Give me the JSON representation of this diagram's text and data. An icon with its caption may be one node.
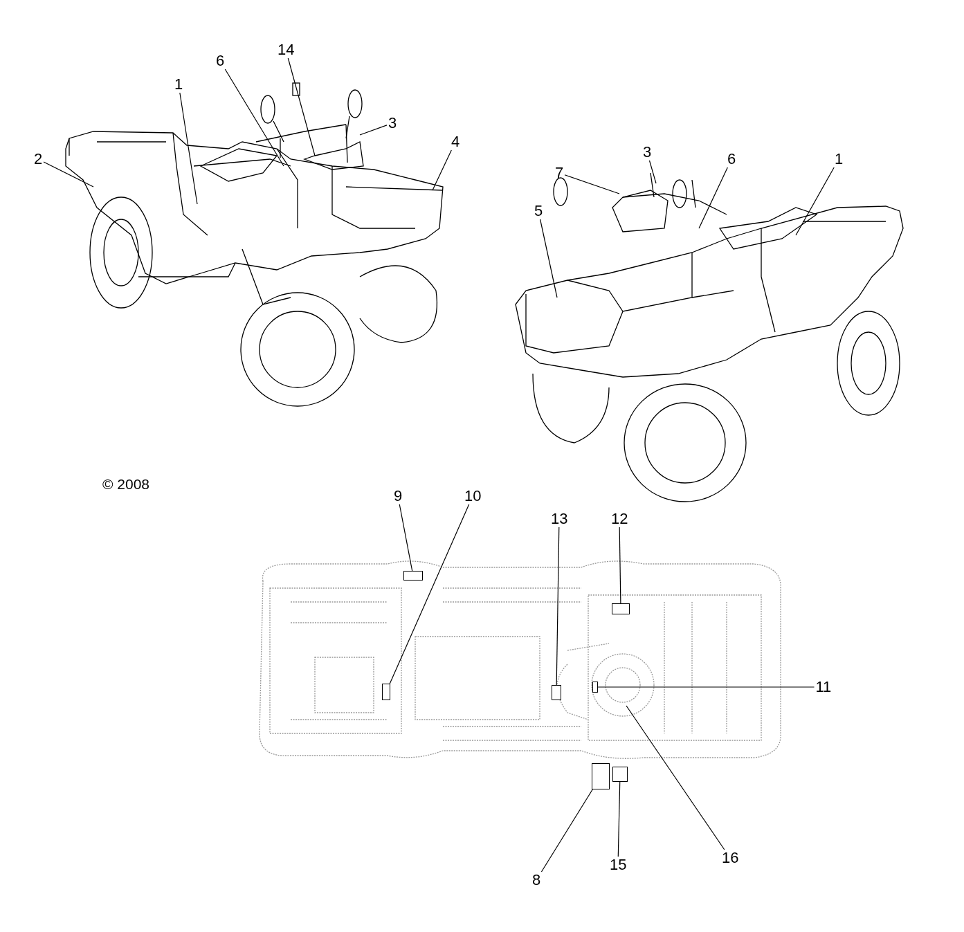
{
  "diagram": {
    "nodes": [
      {
        "text": [
          "14"
        ]
      },
      {
        "text": [
          "6"
        ]
      },
      {
        "text": [
          "1"
        ]
      },
      {
        "text": [
          "3"
        ]
      },
      {
        "text": [
          "4"
        ]
      },
      {
        "text": [
          "2"
        ]
      },
      {
        "text": [
          "3"
        ]
      },
      {
        "text": [
          "6"
        ]
      },
      {
        "text": [
          "1"
        ]
      },
      {
        "text": [
          "7"
        ]
      },
      {
        "text": [
          "5"
        ]
      },
      {
        "text": [
          "9"
        ]
      },
      {
        "text": [
          "10"
        ]
      },
      {
        "text": [
          "13"
        ]
      },
      {
        "text": [
          "12"
        ]
      },
      {
        "text": [
          "11"
        ]
      },
      {
        "text": [
          "16"
        ]
      },
      {
        "text": [
          "15"
        ]
      },
      {
        "text": [
          "8"
        ]
      },
      {
        "text": [],
        "shape": "box"
      },
      {
        "text": [],
        "shape": "box"
      },
      {
        "text": [],
        "shape": "box"
      },
      {
        "text": [],
        "shape": "box"
      },
      {
        "text": [],
        "shape": "box"
      },
      {
        "text": [],
        "shape": "box"
      },
      {
        "text": [],
        "shape": "box"
      }
    ],
    "edges": [
      {
        "from": 0,
        "to": null,
        "arrow": "none"
      },
      {
        "from": 1,
        "to": null,
        "arrow": "none"
      },
      {
        "from": 2,
        "to": null,
        "arrow": "none"
      },
      {
        "from": 3,
        "to": null,
        "arrow": "none"
      },
      {
        "from": 4,
        "to": null,
        "arrow": "none"
      },
      {
        "from": 5,
        "to": null,
        "arrow": "none"
      },
      {
        "from": 6,
        "to": null,
        "arrow": "none"
      },
      {
        "from": 7,
        "to": null,
        "arrow": "none"
      },
      {
        "from": 8,
        "to": null,
        "arrow": "none"
      },
      {
        "from": 9,
        "to": null,
        "arrow": "none"
      },
      {
        "from": 10,
        "to": null,
        "arrow": "none"
      },
      {
        "from": 11,
        "to": 19,
        "arrow": "none"
      },
      {
        "from": 12,
        "to": 21,
        "arrow": "none"
      },
      {
        "from": 13,
        "to": 22,
        "arrow": "none"
      },
      {
        "from": 14,
        "to": 20,
        "arrow": "none"
      },
      {
        "from": 15,
        "to": 23,
        "arrow": "none"
      },
      {
        "from": 16,
        "to": null,
        "arrow": "none"
      },
      {
        "from": 17,
        "to": 24,
        "arrow": "none"
      },
      {
        "from": 18,
        "to": 25,
        "arrow": "none"
      }
    ],
    "labels": [
      "© 2008"
    ]
  }
}
